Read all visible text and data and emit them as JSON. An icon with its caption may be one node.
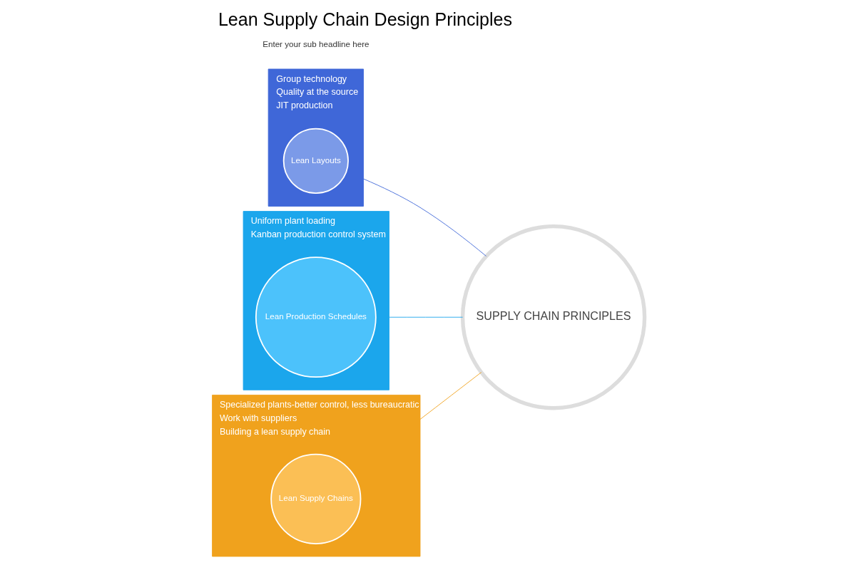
{
  "diagram": {
    "title": "Lean Supply Chain Design Principles",
    "nodes": [
      {
        "text": [
          "Group technology",
          "Quality at the source",
          "JIT production"
        ]
      },
      {
        "text": [
          "Lean Layouts"
        ],
        "in": 0
      },
      {
        "text": [
          "Uniform plant loading",
          "Kanban production control system"
        ]
      },
      {
        "text": [
          "Lean Production Schedules"
        ],
        "in": 2
      },
      {
        "text": [
          "Specialized plants-better control, less bureaucratic",
          "Work with suppliers",
          "Building a lean supply chain"
        ]
      },
      {
        "text": [
          "Lean Supply Chains"
        ],
        "in": 4
      },
      {
        "text": [
          "SUPPLY CHAIN PRINCIPLES"
        ]
      }
    ],
    "edges": [
      {
        "from": 0,
        "to": 6,
        "arrow": "none",
        "color": "#3f67d8"
      },
      {
        "from": 2,
        "to": 6,
        "arrow": "none",
        "color": "#1ba6ec"
      },
      {
        "from": 4,
        "to": 6,
        "arrow": "none",
        "color": "#f0a21d"
      }
    ],
    "labels": [
      "Enter your sub headline here"
    ]
  }
}
